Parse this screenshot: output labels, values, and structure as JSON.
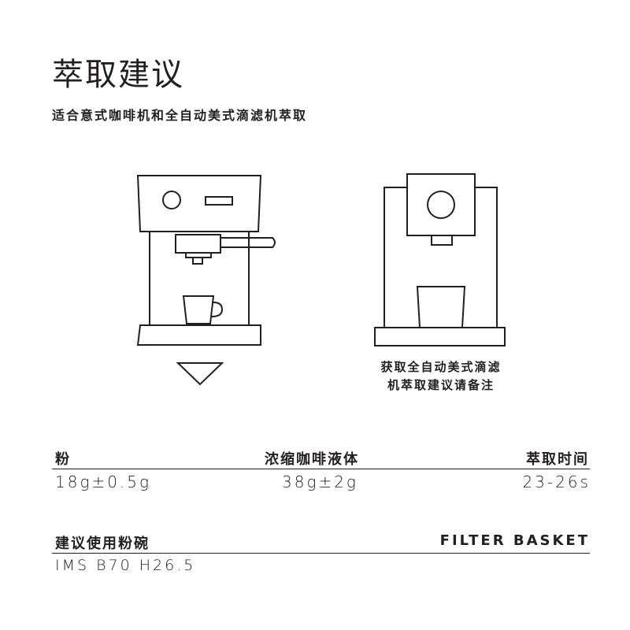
{
  "header": {
    "title": "萃取建议",
    "subtitle": "适合意式咖啡机和全自动美式滴滤机萃取"
  },
  "illustration": {
    "note_line1": "获取全自动美式滴滤",
    "note_line2": "机萃取建议请备注"
  },
  "specs": {
    "powder_label": "粉",
    "powder_value": "18g±0.5g",
    "liquid_label": "浓缩咖啡液体",
    "liquid_value": "38g±2g",
    "time_label": "萃取时间",
    "time_value": "23-26s"
  },
  "basket": {
    "label": "建议使用粉碗",
    "brand": "FILTER BASKET",
    "value": "IMS B70 H26.5"
  },
  "colors": {
    "ink": "#231f20",
    "background": "#ffffff"
  }
}
